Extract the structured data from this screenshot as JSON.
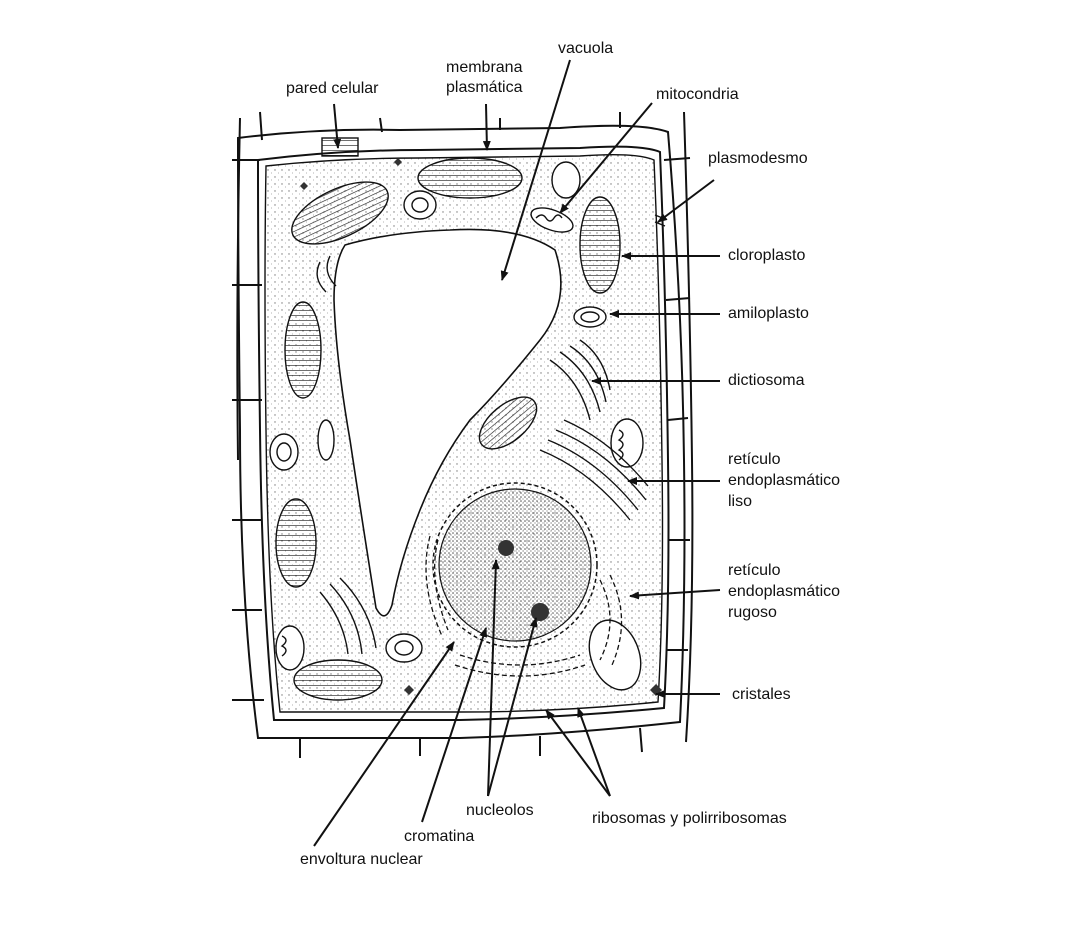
{
  "labels": {
    "pared_celular": "pared celular",
    "membrana_1": "membrana",
    "membrana_2": "plasmática",
    "vacuola": "vacuola",
    "mitocondria": "mitocondria",
    "plasmodesmo": "plasmodesmo",
    "cloroplasto": "cloroplasto",
    "amiloplasto": "amiloplasto",
    "dictiosoma": "dictiosoma",
    "rel_1": "retículo",
    "rel_2": "endoplasmático",
    "rel_3": "liso",
    "rer_1": "retículo",
    "rer_2": "endoplasmático",
    "rer_3": "rugoso",
    "cristales": "cristales",
    "nucleolos": "nucleolos",
    "ribosomas": "ribosomas y polirribosomas",
    "cromatina": "cromatina",
    "envoltura": "envoltura nuclear"
  },
  "colors": {
    "ink": "#111111",
    "cytoplasm": "#f1f1f1",
    "nucleus": "#d9d9d9",
    "wall": "#ffffff"
  }
}
